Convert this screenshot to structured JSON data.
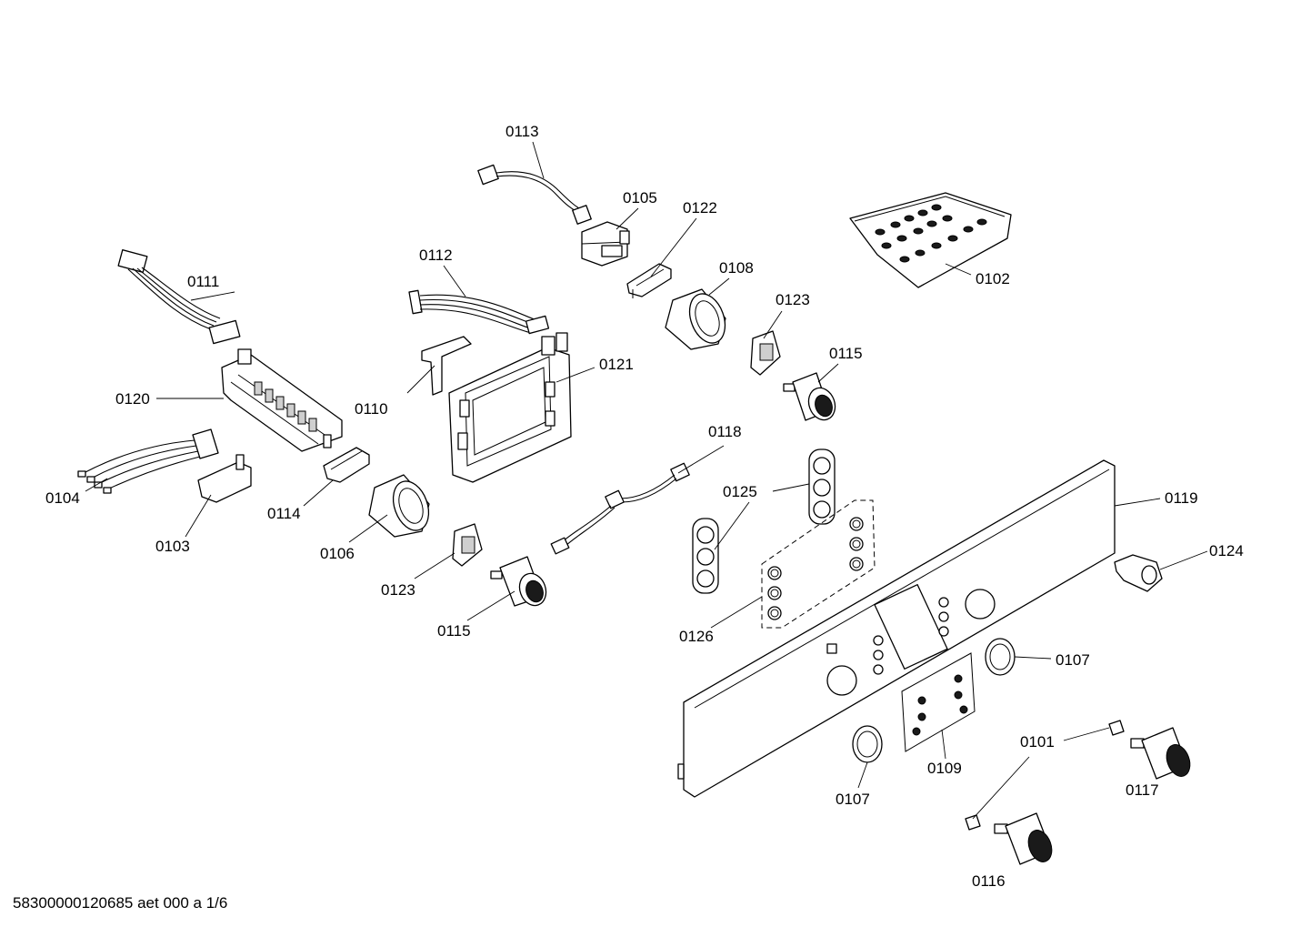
{
  "footer": "58300000120685 aet 000 a 1/6",
  "labels": {
    "p0113": "0113",
    "p0105": "0105",
    "p0122": "0122",
    "p0108": "0108",
    "p0123a": "0123",
    "p0102": "0102",
    "p0112": "0112",
    "p0111": "0111",
    "p0115a": "0115",
    "p0121": "0121",
    "p0120": "0120",
    "p0110": "0110",
    "p0118": "0118",
    "p0104": "0104",
    "p0114": "0114",
    "p0125": "0125",
    "p0119": "0119",
    "p0103": "0103",
    "p0106": "0106",
    "p0124": "0124",
    "p0123b": "0123",
    "p0115b": "0115",
    "p0126": "0126",
    "p0107a": "0107",
    "p0101": "0101",
    "p0109": "0109",
    "p0107b": "0107",
    "p0117": "0117",
    "p0116": "0116"
  }
}
